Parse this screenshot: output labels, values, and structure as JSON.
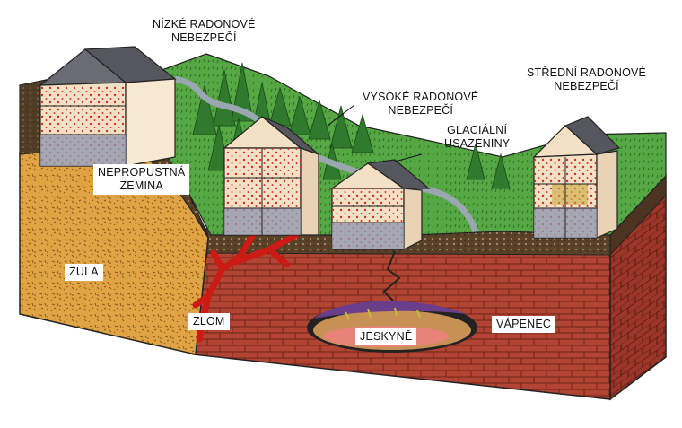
{
  "labels": {
    "low_risk": [
      "NÍZKÉ RADONOVÉ",
      "NEBEZPEČÍ"
    ],
    "high_risk": [
      "VYSOKÉ RADONOVÉ",
      "NEBEZPEČÍ"
    ],
    "medium_risk": [
      "STŘEDNÍ RADONOVÉ",
      "NEBEZPEČÍ"
    ],
    "glacial": [
      "GLACIÁLNÍ",
      "USAZENINY"
    ],
    "impermeable_soil": [
      "NEPROPUSTNÁ",
      "ZEMINA"
    ],
    "granite": "ŽULA",
    "fault": "ZLOM",
    "cave": "JESKYNĚ",
    "limestone": "VÁPENEC"
  },
  "colors": {
    "granite": "#e0a040",
    "soil": "#5a4020",
    "brick": "#b04030",
    "grass": "#4fa040",
    "forest": "#2f7a2c",
    "river": "#9aa6b0",
    "fault": "#cc1a14",
    "cave_rock": "#6a3e8a",
    "house_roof": "#55565e",
    "house_wall": "#f4e0c4",
    "radon_dots": "#d8302a"
  },
  "icons": [
    "house-icon",
    "tree-icon",
    "river-icon",
    "fault-icon",
    "cave-icon"
  ]
}
